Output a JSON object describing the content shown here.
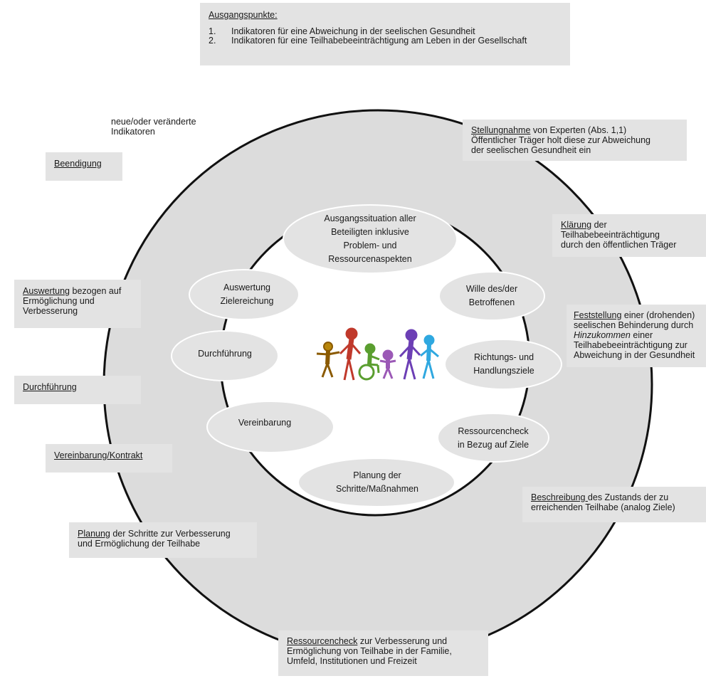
{
  "ausgangspunkte": {
    "title": "Ausgangspunkte:",
    "items": [
      {
        "num": "1.",
        "text": "Indikatoren für eine Abweichung in der seelischen Gesundheit"
      },
      {
        "num": "2.",
        "text": "Indikatoren für eine Teilhabebeeinträchtigung am Leben in der Gesellschaft"
      }
    ]
  },
  "neue_indikatoren": {
    "line1": "neue/oder veränderte",
    "line2": "Indikatoren"
  },
  "outer": {
    "beendigung": {
      "link": "Beendigung"
    },
    "stellungnahme": {
      "link": "Stellungnahme",
      "text1": " von Experten (Abs. 1,1)",
      "text2": "Öffentlicher Träger holt diese zur Abweichung",
      "text3": "der seelischen Gesundheit ein"
    },
    "klaerung": {
      "link": "Klärung",
      "text1": " der",
      "text2": "Teilhabebeeinträchtigung",
      "text3": "durch den öffentlichen Träger"
    },
    "feststellung": {
      "link": "Feststellung",
      "text1": " einer (drohenden)",
      "text2": "seelischen Behinderung durch",
      "italic": "Hinzukommen",
      "text3": " einer",
      "text4": "Teilhabebeeinträchtigung zur",
      "text5": "Abweichung in der Gesundheit"
    },
    "auswertung": {
      "link": "Auswertung",
      "text1": " bezogen auf",
      "text2": "Ermöglichung und",
      "text3": "Verbesserung"
    },
    "durchfuehrung": {
      "link": "Durchführung"
    },
    "vereinbarung": {
      "link": "Vereinbarung/Kontrakt"
    },
    "planung": {
      "link": "Planung",
      "text1": " der Schritte zur Verbesserung",
      "text2": "und Ermöglichung der Teilhabe"
    },
    "beschreibung": {
      "link": "Beschreibung ",
      "text1": " des Zustands der zu",
      "text2": "erreichenden Teilhabe (analog Ziele)"
    },
    "ressourcencheck": {
      "link": "Ressourcencheck",
      "text1": " zur Verbesserung und",
      "text2": "Ermöglichung von Teilhabe in der Familie,",
      "text3": "Umfeld, Institutionen und Freizeit"
    }
  },
  "inner": {
    "ausgangssituation": [
      "Ausgangssituation aller",
      "Beteiligten inklusive",
      "Problem- und",
      "Ressourcenaspekten"
    ],
    "wille": [
      "Wille des/der",
      "Betroffenen"
    ],
    "richtungsziele": [
      "Richtungs- und",
      "Handlungsziele"
    ],
    "ressourcencheck": [
      "Ressourcencheck",
      "in Bezug auf Ziele"
    ],
    "planung": [
      "Planung der",
      "Schritte/Maßnahmen"
    ],
    "vereinbarung": [
      "Vereinbarung"
    ],
    "durchfuehrung": [
      "Durchführung"
    ],
    "auswertung": [
      "Auswertung",
      "Zielereichung"
    ]
  },
  "colors": {
    "ring": "#dcdcdc",
    "ellipse": "#e3e3e3",
    "box": "#e3e3e3",
    "stroke": "#111111"
  }
}
